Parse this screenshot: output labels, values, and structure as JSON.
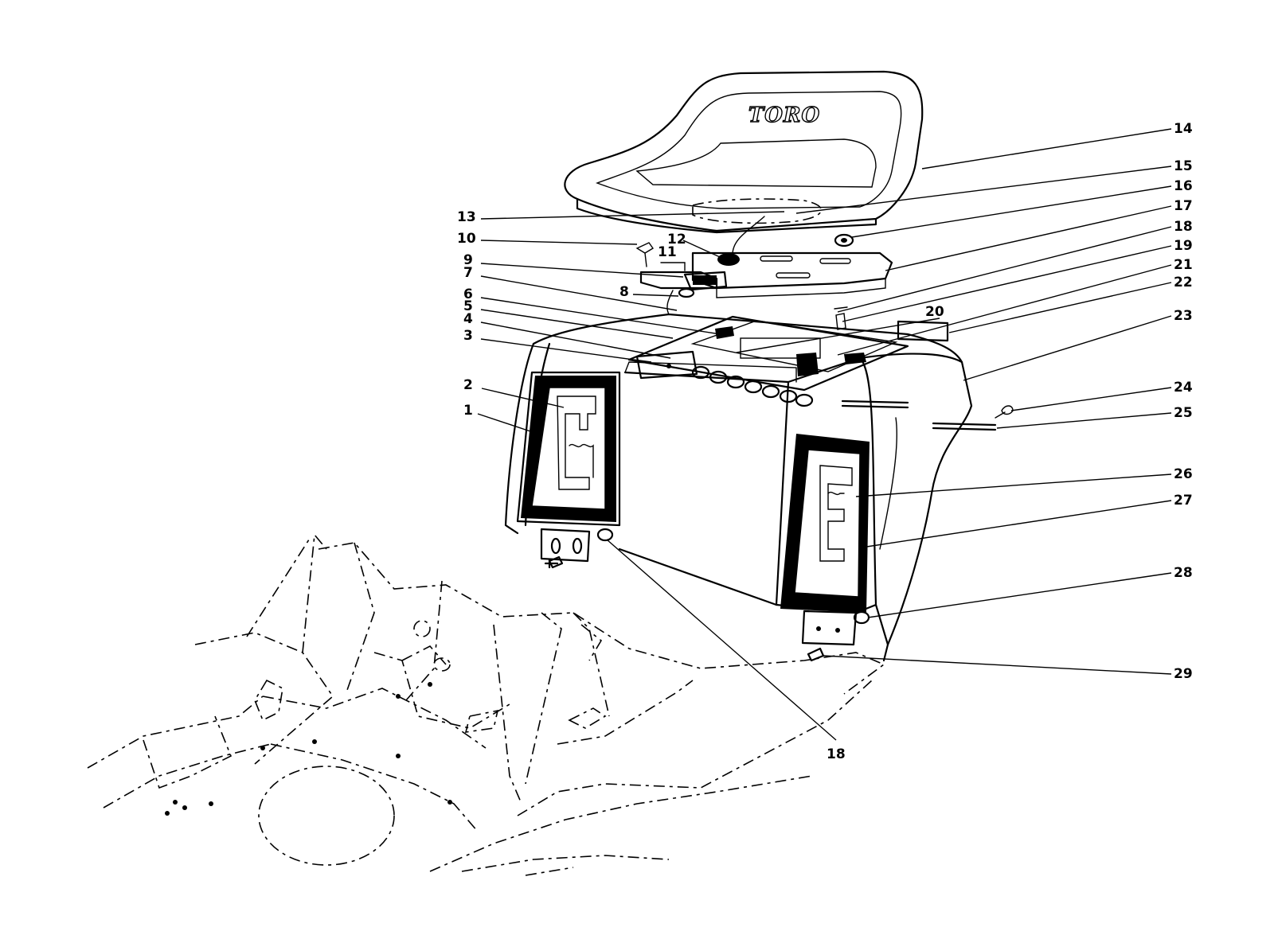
{
  "diagram": {
    "brand_logo": "TORO",
    "callouts": [
      "1",
      "2",
      "3",
      "4",
      "5",
      "6",
      "7",
      "8",
      "9",
      "10",
      "11",
      "12",
      "13",
      "14",
      "15",
      "16",
      "17",
      "18",
      "19",
      "20",
      "21",
      "22",
      "23",
      "24",
      "25",
      "26",
      "27",
      "28",
      "29",
      "18"
    ]
  }
}
